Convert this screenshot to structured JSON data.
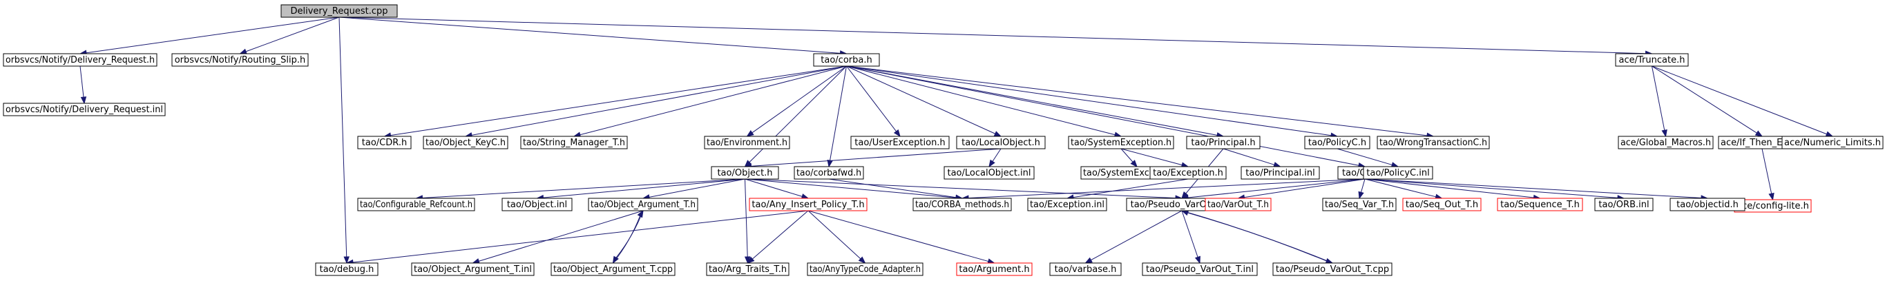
{
  "diagram": {
    "nodes": [
      {
        "id": "root",
        "label": "Delivery_Request.cpp",
        "kind": "root"
      },
      {
        "id": "notify_dr_h",
        "label": "orbsvcs/Notify/Delivery_Request.h",
        "kind": "normal"
      },
      {
        "id": "notify_rs_h",
        "label": "orbsvcs/Notify/Routing_Slip.h",
        "kind": "normal"
      },
      {
        "id": "notify_dr_inl",
        "label": "orbsvcs/Notify/Delivery_Request.inl",
        "kind": "normal"
      },
      {
        "id": "corba_h",
        "label": "tao/corba.h",
        "kind": "normal"
      },
      {
        "id": "truncate_h",
        "label": "ace/Truncate.h",
        "kind": "normal"
      },
      {
        "id": "cdr_h",
        "label": "tao/CDR.h",
        "kind": "normal"
      },
      {
        "id": "objkeyc_h",
        "label": "tao/Object_KeyC.h",
        "kind": "normal"
      },
      {
        "id": "strmgr_h",
        "label": "tao/String_Manager_T.h",
        "kind": "normal"
      },
      {
        "id": "env_h",
        "label": "tao/Environment.h",
        "kind": "normal"
      },
      {
        "id": "userexc_h",
        "label": "tao/UserException.h",
        "kind": "normal"
      },
      {
        "id": "localobj_h",
        "label": "tao/LocalObject.h",
        "kind": "normal"
      },
      {
        "id": "sysexc_h",
        "label": "tao/SystemException.h",
        "kind": "normal"
      },
      {
        "id": "principal_h",
        "label": "tao/Principal.h",
        "kind": "normal"
      },
      {
        "id": "policyc_h",
        "label": "tao/PolicyC.h",
        "kind": "normal"
      },
      {
        "id": "wrongtx_h",
        "label": "tao/WrongTransactionC.h",
        "kind": "normal"
      },
      {
        "id": "globalmacros_h",
        "label": "ace/Global_Macros.h",
        "kind": "normal"
      },
      {
        "id": "ifthenelse_h",
        "label": "ace/If_Then_Else.h",
        "kind": "normal"
      },
      {
        "id": "numlimits_h",
        "label": "ace/Numeric_Limits.h",
        "kind": "normal"
      },
      {
        "id": "object_h",
        "label": "tao/Object.h",
        "kind": "normal"
      },
      {
        "id": "corbafwd_h",
        "label": "tao/corbafwd.h",
        "kind": "normal"
      },
      {
        "id": "localobj_inl",
        "label": "tao/LocalObject.inl",
        "kind": "normal"
      },
      {
        "id": "sysexc_inl",
        "label": "tao/SystemException.inl",
        "kind": "normal"
      },
      {
        "id": "exception_h",
        "label": "tao/Exception.h",
        "kind": "normal"
      },
      {
        "id": "principal_inl",
        "label": "tao/Principal.inl",
        "kind": "normal"
      },
      {
        "id": "orb_h",
        "label": "tao/ORB.h",
        "kind": "normal"
      },
      {
        "id": "policyc_inl",
        "label": "tao/PolicyC.inl",
        "kind": "normal"
      },
      {
        "id": "configlite_h",
        "label": "ace/config-lite.h",
        "kind": "missing"
      },
      {
        "id": "confrefcount_h",
        "label": "tao/Configurable_Refcount.h",
        "kind": "normal"
      },
      {
        "id": "object_inl",
        "label": "tao/Object.inl",
        "kind": "normal"
      },
      {
        "id": "objarg_h",
        "label": "tao/Object_Argument_T.h",
        "kind": "normal"
      },
      {
        "id": "anyinsert_h",
        "label": "tao/Any_Insert_Policy_T.h",
        "kind": "missing"
      },
      {
        "id": "corbamethods_h",
        "label": "tao/CORBA_methods.h",
        "kind": "normal"
      },
      {
        "id": "exception_inl",
        "label": "tao/Exception.inl",
        "kind": "normal"
      },
      {
        "id": "pseudovarout_h",
        "label": "tao/Pseudo_VarOut_T.h",
        "kind": "normal"
      },
      {
        "id": "varout_h",
        "label": "tao/VarOut_T.h",
        "kind": "missing"
      },
      {
        "id": "seqvar_h",
        "label": "tao/Seq_Var_T.h",
        "kind": "normal"
      },
      {
        "id": "seqout_h",
        "label": "tao/Seq_Out_T.h",
        "kind": "missing"
      },
      {
        "id": "sequence_h",
        "label": "tao/Sequence_T.h",
        "kind": "missing"
      },
      {
        "id": "orb_inl",
        "label": "tao/ORB.inl",
        "kind": "normal"
      },
      {
        "id": "objectid_h",
        "label": "tao/objectid.h",
        "kind": "normal"
      },
      {
        "id": "debug_h",
        "label": "tao/debug.h",
        "kind": "normal"
      },
      {
        "id": "objarg_inl",
        "label": "tao/Object_Argument_T.inl",
        "kind": "normal"
      },
      {
        "id": "objarg_cpp",
        "label": "tao/Object_Argument_T.cpp",
        "kind": "normal"
      },
      {
        "id": "argtraits_h",
        "label": "tao/Arg_Traits_T.h",
        "kind": "normal"
      },
      {
        "id": "anytcadapter_h",
        "label": "tao/AnyTypeCode_Adapter.h",
        "kind": "normal"
      },
      {
        "id": "argument_h",
        "label": "tao/Argument.h",
        "kind": "missing"
      },
      {
        "id": "varbase_h",
        "label": "tao/varbase.h",
        "kind": "normal"
      },
      {
        "id": "pseudovarout_inl",
        "label": "tao/Pseudo_VarOut_T.inl",
        "kind": "normal"
      },
      {
        "id": "pseudovarout_cpp",
        "label": "tao/Pseudo_VarOut_T.cpp",
        "kind": "normal"
      }
    ],
    "edges": [
      [
        "root",
        "notify_dr_h"
      ],
      [
        "root",
        "notify_rs_h"
      ],
      [
        "root",
        "corba_h"
      ],
      [
        "root",
        "truncate_h"
      ],
      [
        "root",
        "debug_h"
      ],
      [
        "notify_dr_h",
        "notify_dr_inl"
      ],
      [
        "corba_h",
        "cdr_h"
      ],
      [
        "corba_h",
        "objkeyc_h"
      ],
      [
        "corba_h",
        "strmgr_h"
      ],
      [
        "corba_h",
        "env_h"
      ],
      [
        "corba_h",
        "userexc_h"
      ],
      [
        "corba_h",
        "localobj_h"
      ],
      [
        "corba_h",
        "sysexc_h"
      ],
      [
        "corba_h",
        "principal_h"
      ],
      [
        "corba_h",
        "policyc_h"
      ],
      [
        "corba_h",
        "wrongtx_h"
      ],
      [
        "corba_h",
        "object_h"
      ],
      [
        "corba_h",
        "corbafwd_h"
      ],
      [
        "corba_h",
        "orb_h"
      ],
      [
        "truncate_h",
        "globalmacros_h"
      ],
      [
        "truncate_h",
        "ifthenelse_h"
      ],
      [
        "truncate_h",
        "numlimits_h"
      ],
      [
        "ifthenelse_h",
        "configlite_h"
      ],
      [
        "localobj_h",
        "object_h"
      ],
      [
        "localobj_h",
        "localobj_inl"
      ],
      [
        "sysexc_h",
        "sysexc_inl"
      ],
      [
        "sysexc_h",
        "exception_h"
      ],
      [
        "exception_h",
        "exception_inl"
      ],
      [
        "principal_h",
        "principal_inl"
      ],
      [
        "principal_h",
        "pseudovarout_h"
      ],
      [
        "policyc_h",
        "policyc_inl"
      ],
      [
        "corbafwd_h",
        "corbamethods_h"
      ],
      [
        "object_h",
        "confrefcount_h"
      ],
      [
        "object_h",
        "object_inl"
      ],
      [
        "object_h",
        "objarg_h"
      ],
      [
        "object_h",
        "anyinsert_h"
      ],
      [
        "object_h",
        "corbamethods_h"
      ],
      [
        "object_h",
        "pseudovarout_h"
      ],
      [
        "object_h",
        "argtraits_h"
      ],
      [
        "orb_h",
        "corbamethods_h"
      ],
      [
        "orb_h",
        "pseudovarout_h"
      ],
      [
        "orb_h",
        "varout_h"
      ],
      [
        "orb_h",
        "seqvar_h"
      ],
      [
        "orb_h",
        "seqout_h"
      ],
      [
        "orb_h",
        "sequence_h"
      ],
      [
        "orb_h",
        "orb_inl"
      ],
      [
        "orb_h",
        "objectid_h"
      ],
      [
        "objarg_h",
        "objarg_inl"
      ],
      [
        "objarg_h",
        "objarg_cpp"
      ],
      [
        "objarg_cpp",
        "objarg_h"
      ],
      [
        "anyinsert_h",
        "debug_h"
      ],
      [
        "anyinsert_h",
        "argtraits_h"
      ],
      [
        "anyinsert_h",
        "anytcadapter_h"
      ],
      [
        "anyinsert_h",
        "argument_h"
      ],
      [
        "pseudovarout_h",
        "varbase_h"
      ],
      [
        "pseudovarout_h",
        "pseudovarout_inl"
      ],
      [
        "pseudovarout_h",
        "pseudovarout_cpp"
      ],
      [
        "pseudovarout_cpp",
        "pseudovarout_h"
      ]
    ]
  },
  "colors": {
    "edge": "#191970",
    "root_fill": "#bfbfbf",
    "node_border": "#000000",
    "missing_border": "#ff0000"
  }
}
